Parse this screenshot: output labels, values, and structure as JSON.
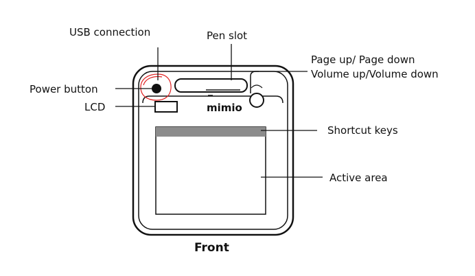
{
  "labels": {
    "usb_connection": "USB connection",
    "pen_slot": "Pen slot",
    "page_up_down": "Page up/ Page down",
    "volume_up_down": "Volume up/Volume down",
    "power_button": "Power button",
    "lcd": "LCD",
    "shortcut_keys": "Shortcut keys",
    "active_area": "Active area"
  },
  "device": {
    "brand_logo": "mimio"
  },
  "caption": "Front",
  "colors": {
    "highlight_circle": "#e02020",
    "shortcut_bar": "#8c8c8c",
    "line": "#111111"
  }
}
